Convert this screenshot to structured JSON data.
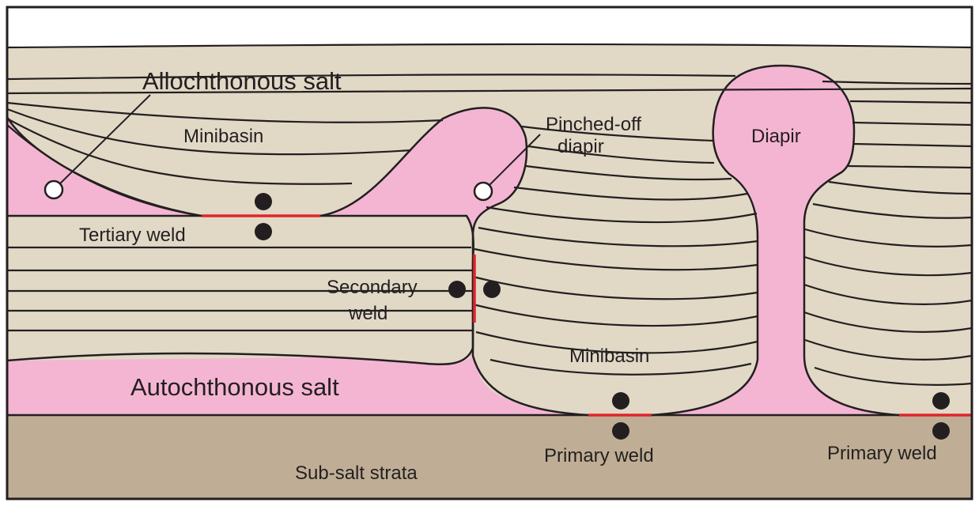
{
  "colors": {
    "salt": "#f4b5d3",
    "sediment": "#e1d9c6",
    "subsalt": "#bfae95",
    "weld": "#e0252b",
    "line": "#231f20"
  },
  "labels": {
    "allochthonous_salt": "Allochthonous salt",
    "minibasin_upper": "Minibasin",
    "pinched_off_line1": "Pinched-off",
    "pinched_off_line2": "diapir",
    "diapir": "Diapir",
    "tertiary_weld": "Tertiary weld",
    "secondary_weld_line1": "Secondary",
    "secondary_weld_line2": "weld",
    "minibasin_lower": "Minibasin",
    "autochthonous_salt": "Autochthonous salt",
    "sub_salt_strata": "Sub-salt strata",
    "primary_weld_center": "Primary weld",
    "primary_weld_right": "Primary weld"
  }
}
